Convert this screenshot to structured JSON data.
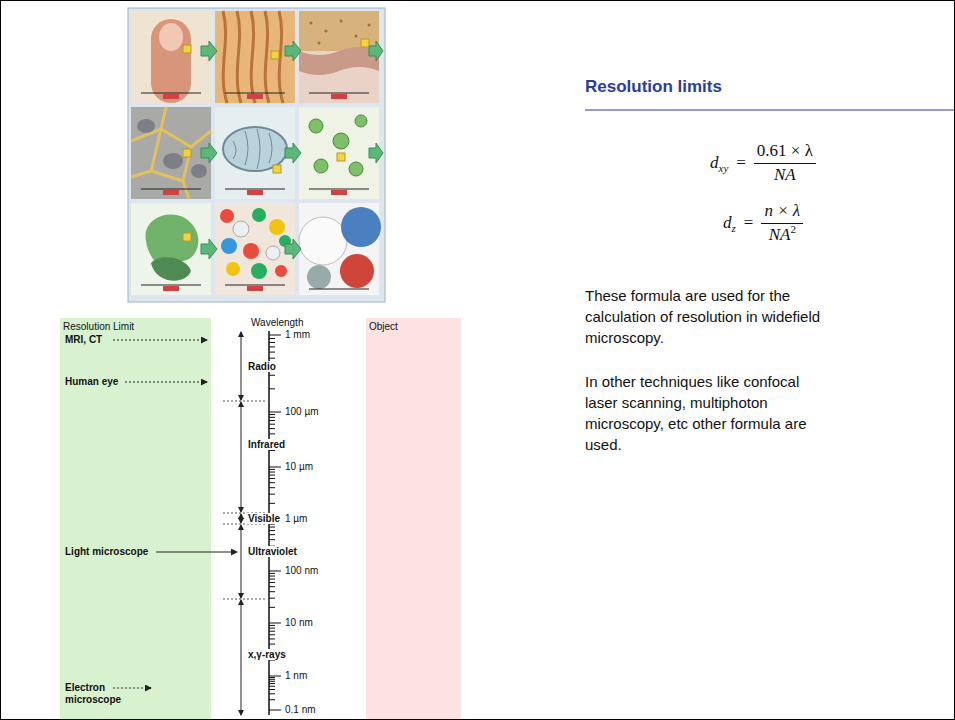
{
  "diagram": {
    "title": "Resolution limits",
    "nodes": [
      {
        "text": [
          "Resolution Limit",
          "MRI, CT",
          "Human eye",
          "Light microscope",
          "Electron microscope"
        ]
      },
      {
        "text": [
          "Object"
        ]
      }
    ],
    "labels": [
      "Wavelength",
      "1 mm",
      "Radio",
      "100 µm",
      "Infrared",
      "10 µm",
      "Visible",
      "1 µm",
      "Ultraviolet",
      "100 nm",
      "10 nm",
      "x,γ-rays",
      "1 nm",
      "0.1 nm",
      "d",
      "xy",
      "=",
      "0.61 × λ",
      "NA",
      "d",
      "z",
      "=",
      "n × λ",
      "NA",
      "2",
      "These formula are used for the calculation of resolution in widefield microscopy.",
      "In other techniques like confocal laser scanning, multiphoton microscopy, etc other formula are used."
    ]
  }
}
